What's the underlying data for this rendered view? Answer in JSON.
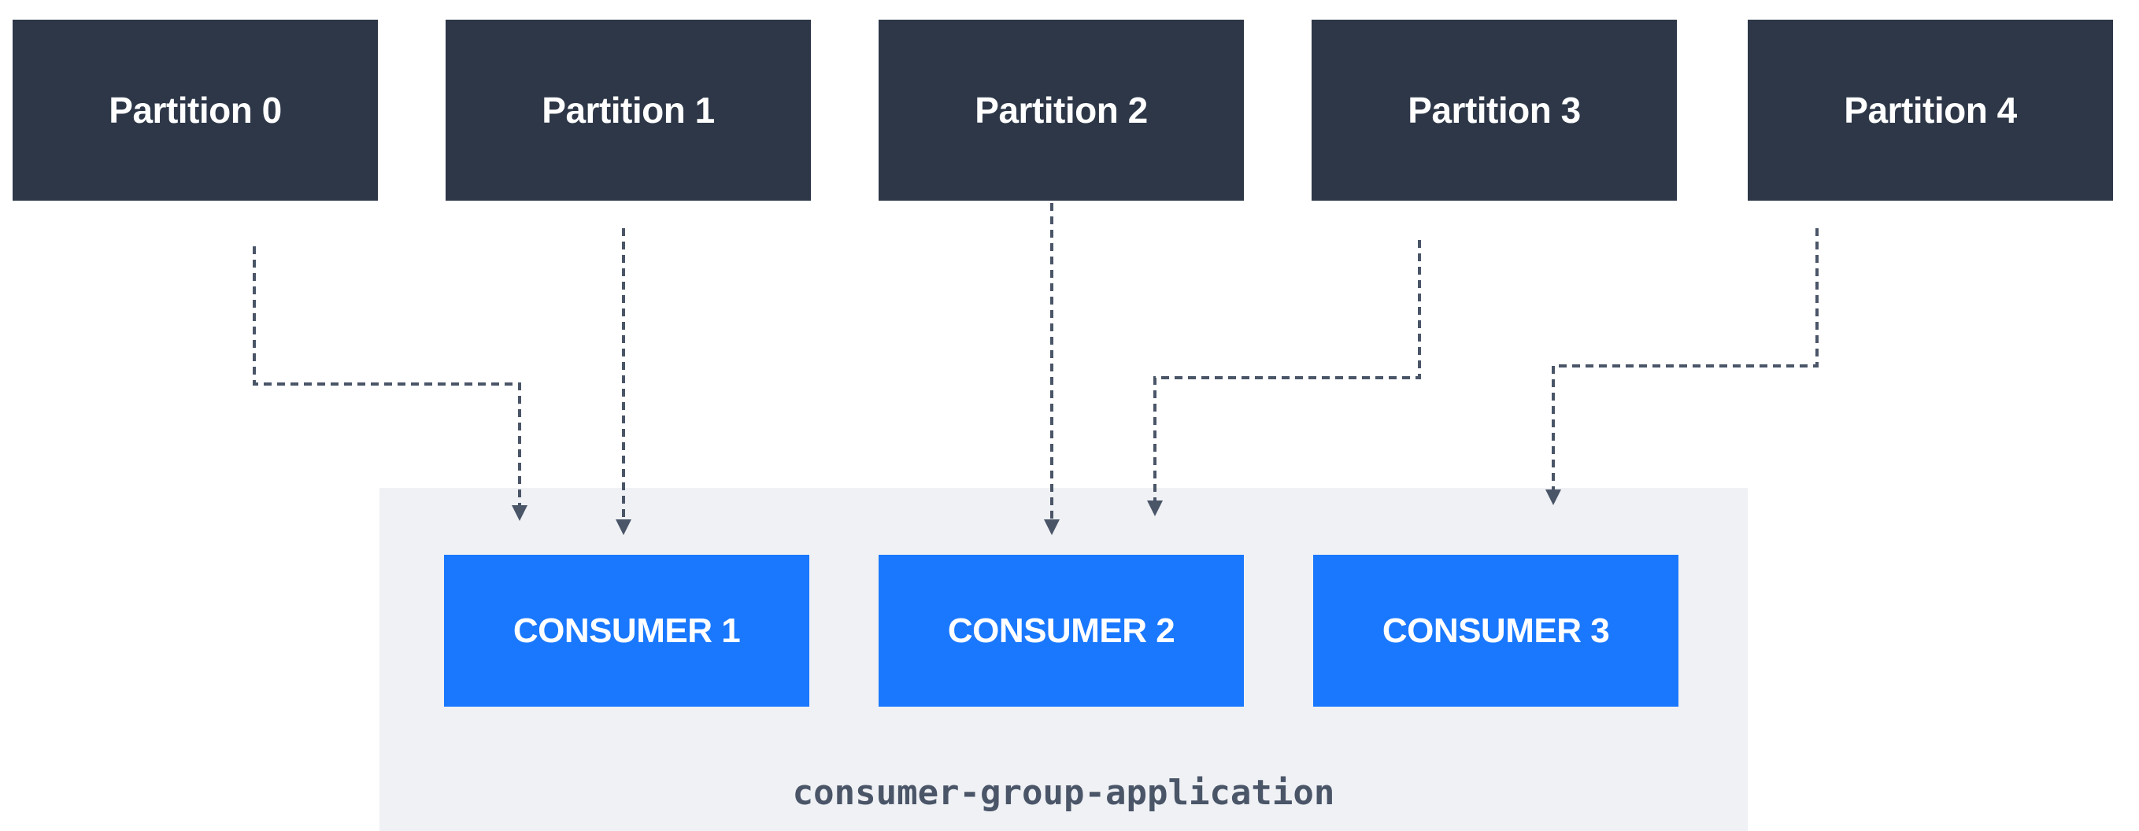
{
  "partitions": [
    {
      "label": "Partition 0"
    },
    {
      "label": "Partition 1"
    },
    {
      "label": "Partition 2"
    },
    {
      "label": "Partition 3"
    },
    {
      "label": "Partition 4"
    }
  ],
  "consumers": [
    {
      "label": "CONSUMER 1"
    },
    {
      "label": "CONSUMER 2"
    },
    {
      "label": "CONSUMER 3"
    }
  ],
  "consumer_group": {
    "label": "consumer-group-application"
  },
  "assignments": [
    {
      "from": "Partition 0",
      "to": "CONSUMER 1"
    },
    {
      "from": "Partition 1",
      "to": "CONSUMER 1"
    },
    {
      "from": "Partition 2",
      "to": "CONSUMER 2"
    },
    {
      "from": "Partition 3",
      "to": "CONSUMER 2"
    },
    {
      "from": "Partition 4",
      "to": "CONSUMER 3"
    }
  ],
  "colors": {
    "partition_bg": "#2d3748",
    "consumer_bg": "#1a78ff",
    "group_bg": "#eff1f4",
    "arrow": "#4a5568"
  }
}
